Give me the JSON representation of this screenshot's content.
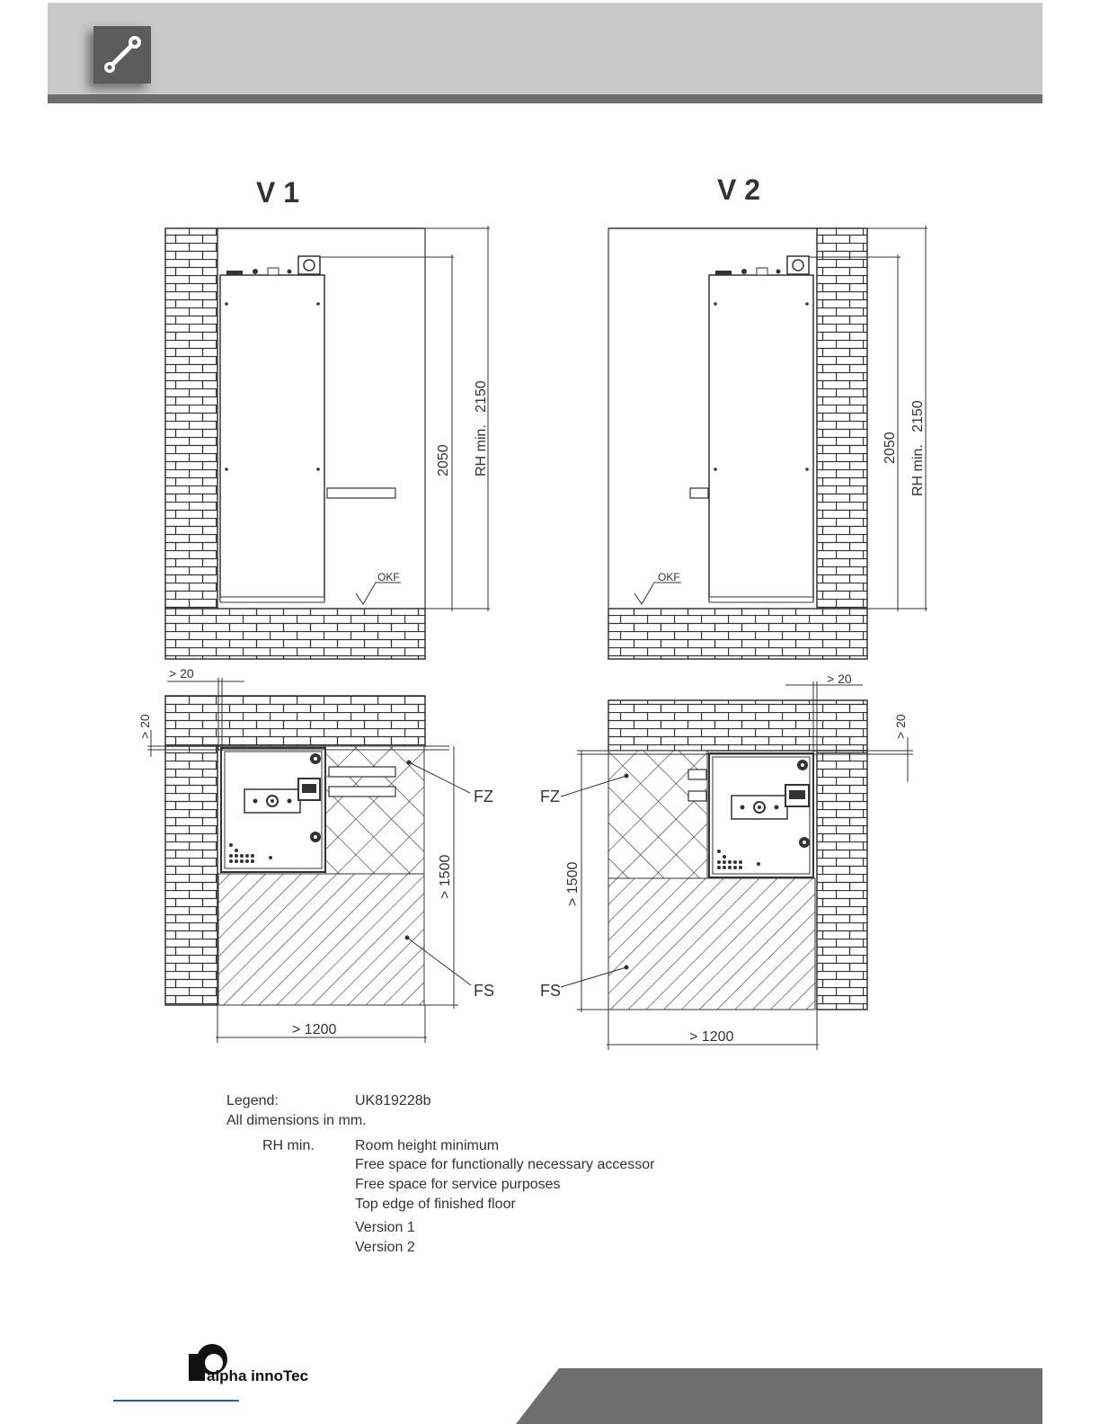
{
  "header": {
    "icon": "wrench-icon"
  },
  "diagram": {
    "v1": {
      "title": "V 1",
      "dim_unit_height": "2050",
      "dim_room_height": "RH min.   2150",
      "floor_label": "OKF",
      "dim_wall_gap_top": "> 20",
      "dim_wall_gap_side": "> 20",
      "label_fz": "FZ",
      "label_fs": "FS",
      "dim_depth": "> 1500",
      "dim_width": "> 1200"
    },
    "v2": {
      "title": "V 2",
      "dim_unit_height": "2050",
      "dim_room_height": "RH min.   2150",
      "floor_label": "OKF",
      "dim_wall_gap_top": "> 20",
      "dim_wall_gap_side": "> 20",
      "label_fz": "FZ",
      "label_fs": "FS",
      "dim_depth": "> 1500",
      "dim_width": "> 1200"
    }
  },
  "legend": {
    "heading": "Legend:",
    "code": "UK819228b",
    "note": "All dimensions in mm.",
    "entries": [
      {
        "key": "RH min.",
        "text": "Room height minimum"
      },
      {
        "key": "",
        "text": "Free space for functionally necessary accessor"
      },
      {
        "key": "",
        "text": "Free space for service purposes"
      },
      {
        "key": "",
        "text": "Top edge of finished floor"
      },
      {
        "key": "",
        "text": "Version 1"
      },
      {
        "key": "",
        "text": "Version 2"
      }
    ]
  },
  "footer": {
    "logo_text": "alpha innoTec"
  },
  "colors": {
    "header_bg": "#c8c8c8",
    "header_rule": "#6e6e6e",
    "badge": "#5c5c5c",
    "footer_bar": "#6e6e6e"
  }
}
